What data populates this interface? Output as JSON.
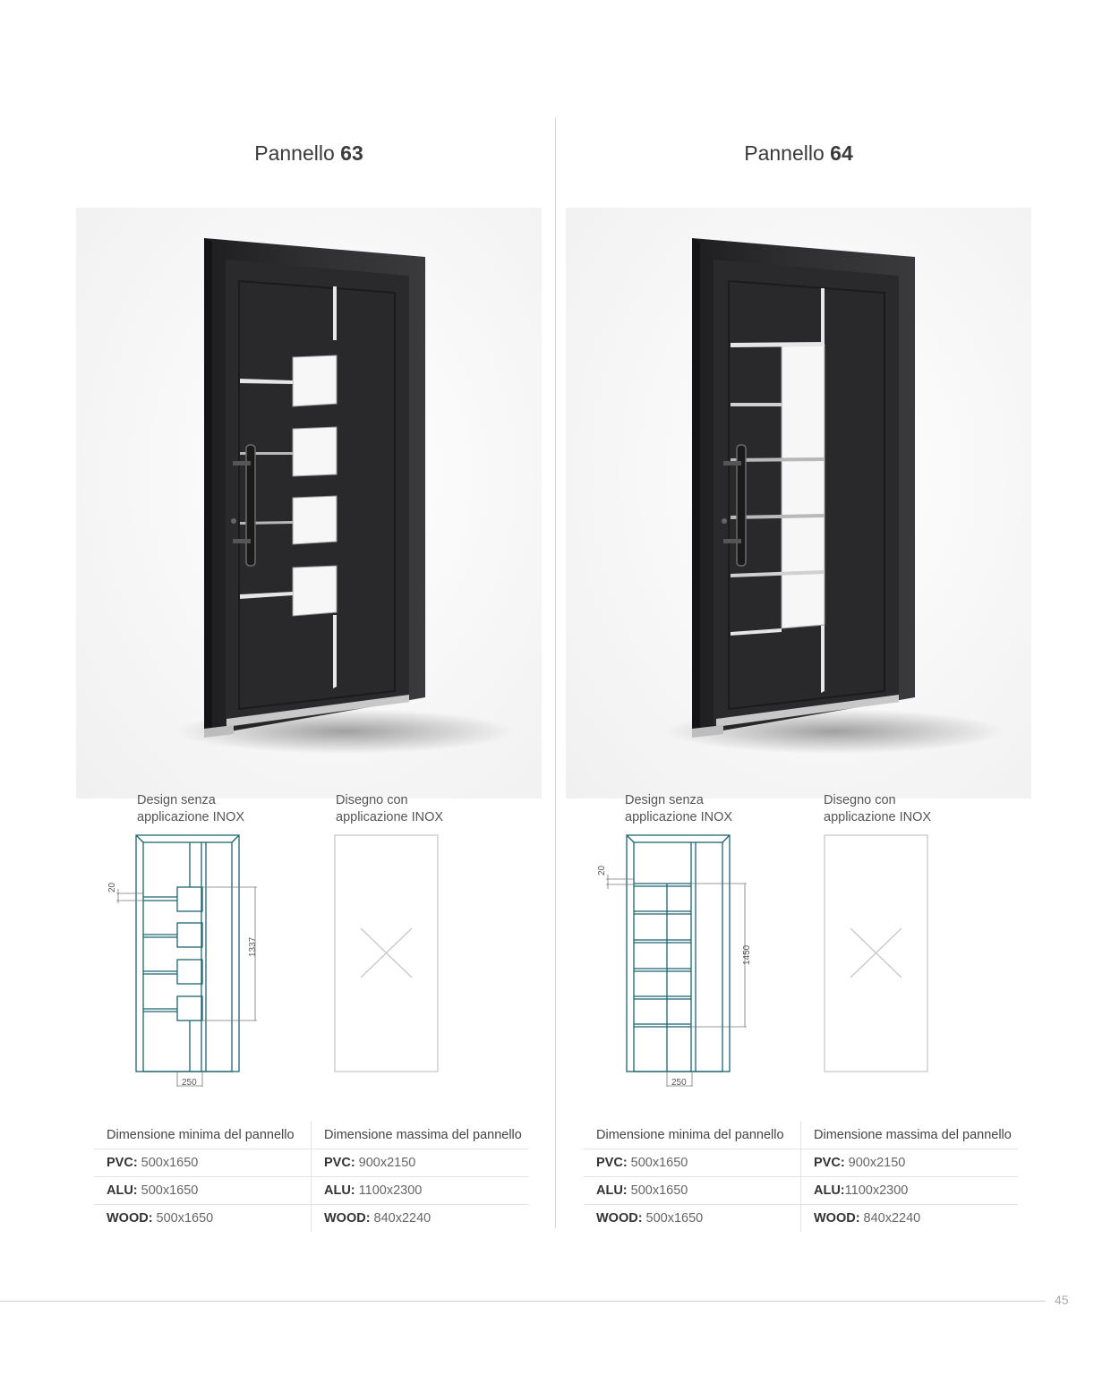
{
  "page_number": "45",
  "labels": {
    "without_inox": [
      "Design senza",
      "applicazione INOX"
    ],
    "with_inox": [
      "Disegno con",
      "applicazione INOX"
    ]
  },
  "colors": {
    "drawing_stroke": "#1c6472",
    "door_body": "#2b2b2d"
  },
  "panels": [
    {
      "title_prefix": "Pannello",
      "title_number": "63",
      "dimensions": {
        "height": "1337",
        "width": "250",
        "offset": "20"
      },
      "spec": {
        "min_header": "Dimensione minima del pannello",
        "max_header": "Dimensione massima del pannello",
        "min_rows": [
          {
            "material": "PVC:",
            "value": "500x1650"
          },
          {
            "material": "ALU:",
            "value": "500x1650"
          },
          {
            "material": "WOOD:",
            "value": "500x1650"
          }
        ],
        "max_rows": [
          {
            "material": "PVC:",
            "value": "900x2150"
          },
          {
            "material": "ALU:",
            "value": "1100x2300"
          },
          {
            "material": "WOOD:",
            "value": "840x2240"
          }
        ]
      }
    },
    {
      "title_prefix": "Pannello",
      "title_number": "64",
      "dimensions": {
        "height": "1450",
        "width": "250",
        "offset": "20"
      },
      "spec": {
        "min_header": "Dimensione minima del pannello",
        "max_header": "Dimensione massima del pannello",
        "min_rows": [
          {
            "material": "PVC:",
            "value": "500x1650"
          },
          {
            "material": "ALU:",
            "value": "500x1650"
          },
          {
            "material": "WOOD:",
            "value": "500x1650"
          }
        ],
        "max_rows": [
          {
            "material": "PVC:",
            "value": "900x2150"
          },
          {
            "material": "ALU:",
            "value": "1100x2300"
          },
          {
            "material": "WOOD:",
            "value": "840x2240"
          }
        ]
      }
    }
  ]
}
